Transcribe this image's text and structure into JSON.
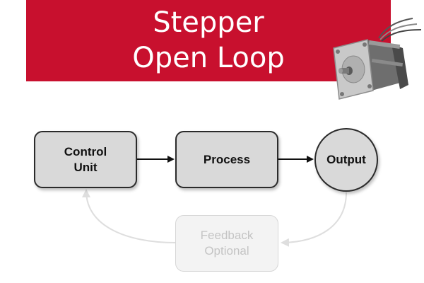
{
  "banner": {
    "line1": "Stepper",
    "line2": "Open Loop"
  },
  "nodes": {
    "control_unit": [
      "Control",
      "Unit"
    ],
    "process": "Process",
    "output": "Output",
    "feedback": [
      "Feedback",
      "Optional"
    ]
  },
  "colors": {
    "banner": "#c8102e",
    "box_fill": "#d9d9d9",
    "box_border": "#2b2b2b",
    "feedback_fill": "#f3f3f3",
    "feedback_text": "#c4c4c4"
  },
  "icons": {
    "motor": "stepper-motor-icon"
  }
}
